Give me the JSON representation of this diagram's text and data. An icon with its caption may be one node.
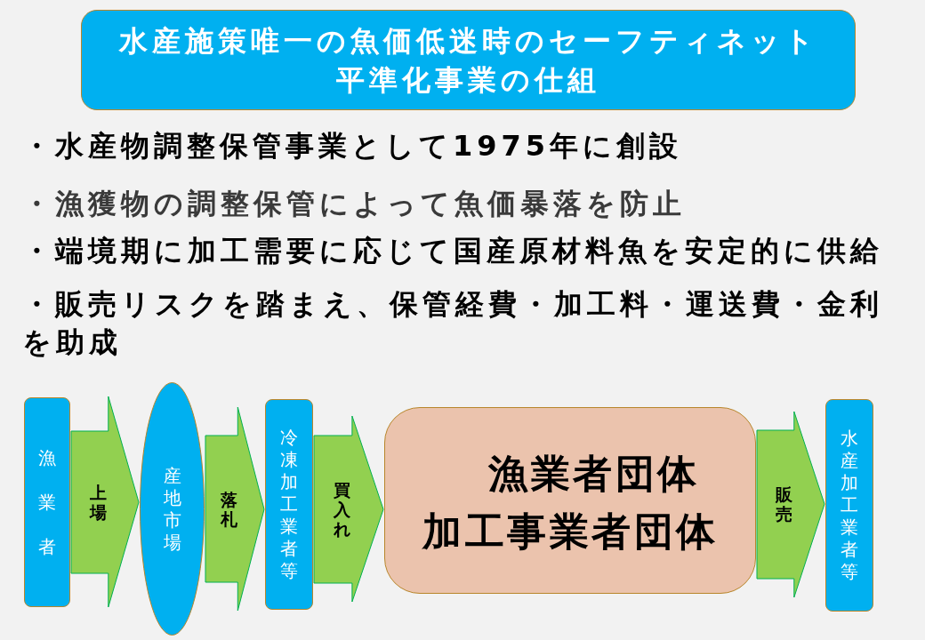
{
  "diagram": {
    "title": "水産施策唯一の魚価低迷時のセーフティネット平準化事業の仕組",
    "nodes": [
      {
        "text": [
          "漁業者"
        ]
      },
      {
        "text": [
          "産地市場"
        ]
      },
      {
        "text": [
          "冷凍加工業者等"
        ]
      },
      {
        "text": [
          "漁業者団体",
          "加工事業者団体"
        ]
      },
      {
        "text": [
          "水産加工業者等"
        ]
      }
    ],
    "edges": [
      {
        "from": 0,
        "to": 1,
        "arrow": "to",
        "label": "上場"
      },
      {
        "from": 1,
        "to": 2,
        "arrow": "to",
        "label": "落札"
      },
      {
        "from": 2,
        "to": 3,
        "arrow": "to",
        "label": "買入れ"
      },
      {
        "from": 3,
        "to": 4,
        "arrow": "to",
        "label": "販売"
      }
    ],
    "labels": [
      "・水産物調整保管事業として1975年に創設",
      "・漁獲物の調整保管によって魚価暴落を防止",
      "・端境期に加工需要に応じて国産原材料魚を安定的に供給",
      "・販売リスクを踏まえ、保管経費・加工料・運送費・金利を助成"
    ]
  }
}
